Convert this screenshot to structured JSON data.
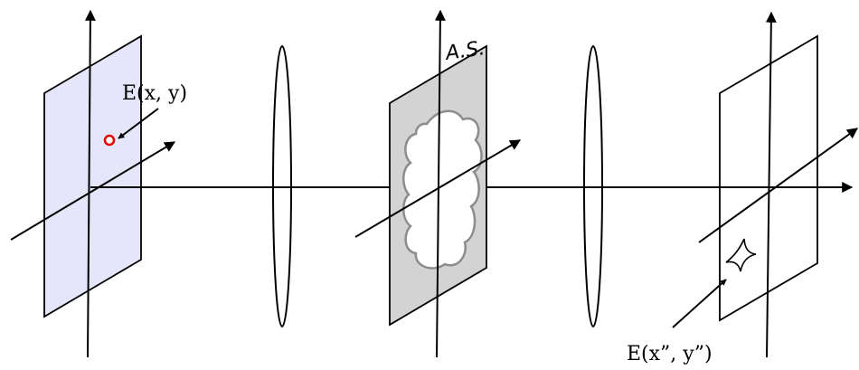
{
  "diagram": {
    "labels": {
      "input_field": "E(x, y)",
      "aperture_stop": "A.S.",
      "output_field": "E(x”, y”)"
    },
    "colors": {
      "input_plane_fill": "#e6e6fa",
      "aperture_plane_fill": "#d3d3d3",
      "output_plane_fill": "#ffffff",
      "aperture_outline": "#8c8c8c",
      "point_marker": "#e00000",
      "line": "#000000"
    },
    "icons": {
      "point": "circle-marker-icon",
      "aperture": "cloud-aperture-icon",
      "image": "four-point-star-icon"
    }
  }
}
